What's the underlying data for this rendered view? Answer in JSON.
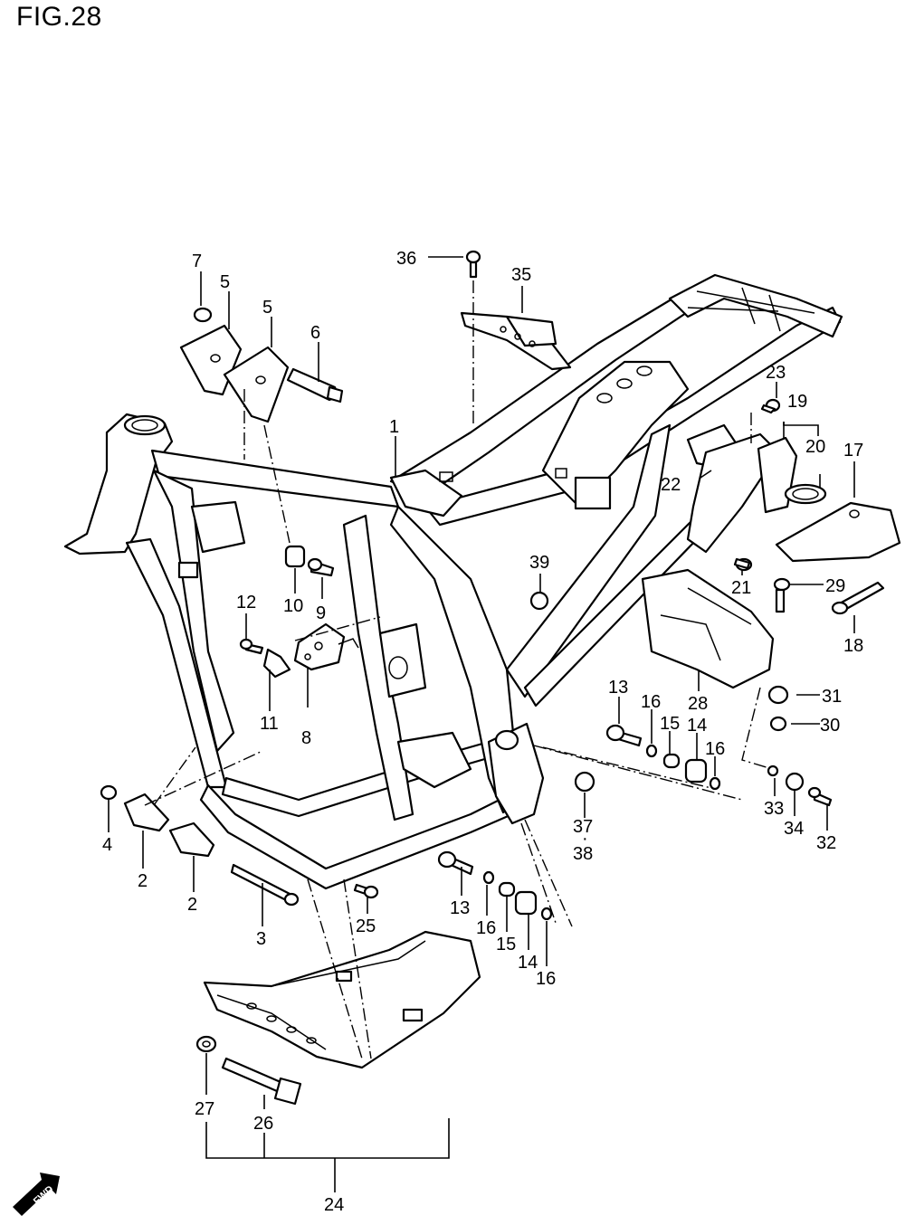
{
  "figure": {
    "title": "FIG.28"
  },
  "fwd_badge": {
    "label": "FWD"
  },
  "callouts": [
    {
      "id": "c1",
      "text": "1"
    },
    {
      "id": "c2a",
      "text": "2"
    },
    {
      "id": "c2b",
      "text": "2"
    },
    {
      "id": "c3",
      "text": "3"
    },
    {
      "id": "c4",
      "text": "4"
    },
    {
      "id": "c5a",
      "text": "5"
    },
    {
      "id": "c5b",
      "text": "5"
    },
    {
      "id": "c6",
      "text": "6"
    },
    {
      "id": "c7",
      "text": "7"
    },
    {
      "id": "c8",
      "text": "8"
    },
    {
      "id": "c9",
      "text": "9"
    },
    {
      "id": "c10",
      "text": "10"
    },
    {
      "id": "c11",
      "text": "11"
    },
    {
      "id": "c12",
      "text": "12"
    },
    {
      "id": "c13a",
      "text": "13"
    },
    {
      "id": "c13b",
      "text": "13"
    },
    {
      "id": "c14a",
      "text": "14"
    },
    {
      "id": "c14b",
      "text": "14"
    },
    {
      "id": "c15a",
      "text": "15"
    },
    {
      "id": "c15b",
      "text": "15"
    },
    {
      "id": "c16a",
      "text": "16"
    },
    {
      "id": "c16b",
      "text": "16"
    },
    {
      "id": "c16c",
      "text": "16"
    },
    {
      "id": "c16d",
      "text": "16"
    },
    {
      "id": "c17",
      "text": "17"
    },
    {
      "id": "c18",
      "text": "18"
    },
    {
      "id": "c19",
      "text": "19"
    },
    {
      "id": "c20",
      "text": "20"
    },
    {
      "id": "c21",
      "text": "21"
    },
    {
      "id": "c22",
      "text": "22"
    },
    {
      "id": "c23",
      "text": "23"
    },
    {
      "id": "c24",
      "text": "24"
    },
    {
      "id": "c25",
      "text": "25"
    },
    {
      "id": "c26",
      "text": "26"
    },
    {
      "id": "c27",
      "text": "27"
    },
    {
      "id": "c28",
      "text": "28"
    },
    {
      "id": "c29",
      "text": "29"
    },
    {
      "id": "c30",
      "text": "30"
    },
    {
      "id": "c31",
      "text": "31"
    },
    {
      "id": "c32",
      "text": "32"
    },
    {
      "id": "c33",
      "text": "33"
    },
    {
      "id": "c34",
      "text": "34"
    },
    {
      "id": "c35",
      "text": "35"
    },
    {
      "id": "c36",
      "text": "36"
    },
    {
      "id": "c37",
      "text": "37"
    },
    {
      "id": "c38",
      "text": "38"
    },
    {
      "id": "c39",
      "text": "39"
    }
  ]
}
